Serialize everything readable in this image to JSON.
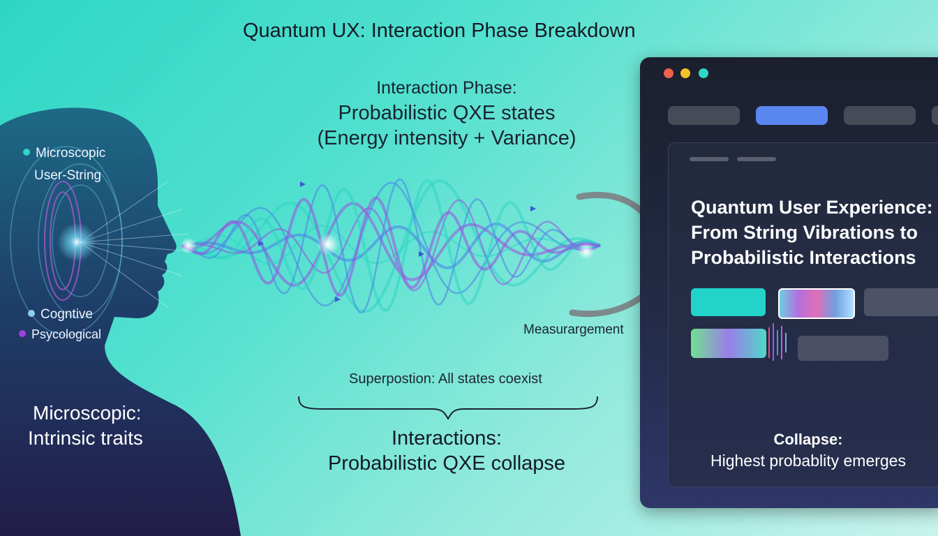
{
  "title": "Quantum UX: Interaction Phase Breakdown",
  "head": {
    "labels": [
      {
        "text": "Microscopic",
        "color": "#2fd6c4"
      },
      {
        "text": "User-String",
        "color": ""
      },
      {
        "text": "Cogntive",
        "color": "#8fd0e8"
      },
      {
        "text": "Psycological",
        "color": "#a040e0"
      }
    ],
    "bottom_line1": "Microscopic:",
    "bottom_line2": "Intrinsic traits"
  },
  "phase": {
    "heading": "Interaction Phase:",
    "line1": "Probabilistic QXE states",
    "line2": "(Energy intensity + Variance)"
  },
  "measurement_label": "Measurargement",
  "superposition_label": "Superpostion: All states coexist",
  "interactions": {
    "line1": "Interactions:",
    "line2": "Probabilistic QXE collapse"
  },
  "window": {
    "dot_colors": [
      "#f0624d",
      "#f5c02a",
      "#2fd6c4"
    ],
    "tab_active_color": "#5a86f0",
    "tab_inactive_color": "#474b57",
    "panel_title": [
      "Quantum User Experience:",
      "From String Vibrations to",
      "Probabilistic Interactions"
    ],
    "collapse_title": "Collapse:",
    "collapse_text": "Highest probablity emerges",
    "tile_colors": [
      "#21d3c8",
      "#8e7de0",
      "#4e5266",
      "#70e090",
      "#4a4f66"
    ]
  },
  "colors": {
    "background_start": "#2fd6c4",
    "background_end": "#c7f3ec",
    "head_silhouette": "#1e2a55",
    "wave_cyan": "#2fd6c4",
    "wave_blue": "#4a7ee8",
    "wave_purple": "#9a4ee0"
  }
}
